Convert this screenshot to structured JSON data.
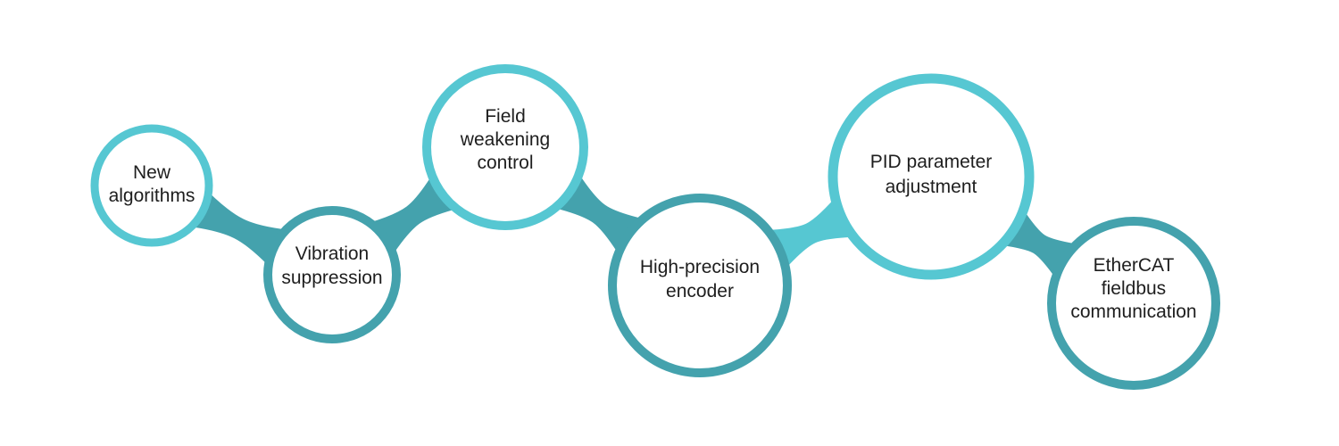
{
  "colors": {
    "light_teal": "#56c7d2",
    "dark_teal": "#44a2ad",
    "text": "#1e1e1e",
    "background": "#ffffff"
  },
  "nodes": [
    {
      "id": "new-algorithms",
      "lines": [
        "New",
        "algorithms"
      ],
      "color": "light_teal"
    },
    {
      "id": "vibration-suppression",
      "lines": [
        "Vibration",
        "suppression"
      ],
      "color": "dark_teal"
    },
    {
      "id": "field-weakening-control",
      "lines": [
        "Field",
        "weakening",
        "control"
      ],
      "color": "light_teal"
    },
    {
      "id": "high-precision-encoder",
      "lines": [
        "High-precision",
        "encoder"
      ],
      "color": "dark_teal"
    },
    {
      "id": "pid-parameter-adjustment",
      "lines": [
        "PID parameter",
        "adjustment"
      ],
      "color": "light_teal"
    },
    {
      "id": "ethercat-fieldbus-communication",
      "lines": [
        "EtherCAT",
        "fieldbus",
        "communication"
      ],
      "color": "dark_teal"
    }
  ],
  "links": [
    {
      "from": "new-algorithms",
      "to": "vibration-suppression",
      "color": "dark_teal"
    },
    {
      "from": "vibration-suppression",
      "to": "field-weakening-control",
      "color": "dark_teal"
    },
    {
      "from": "field-weakening-control",
      "to": "high-precision-encoder",
      "color": "dark_teal"
    },
    {
      "from": "high-precision-encoder",
      "to": "pid-parameter-adjustment",
      "color": "light_teal"
    },
    {
      "from": "pid-parameter-adjustment",
      "to": "ethercat-fieldbus-communication",
      "color": "dark_teal"
    }
  ]
}
